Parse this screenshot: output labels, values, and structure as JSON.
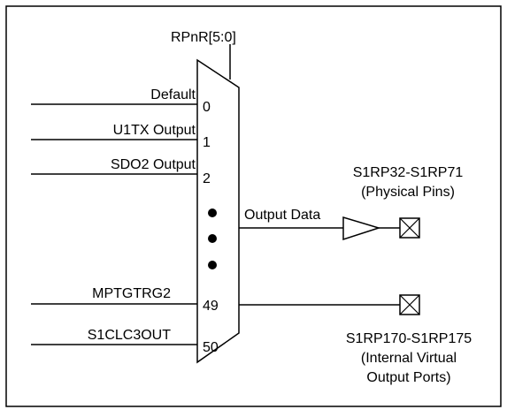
{
  "select_signal": "RPnR[5:0]",
  "inputs": [
    {
      "label": "Default",
      "index": "0"
    },
    {
      "label": "U1TX Output",
      "index": "1"
    },
    {
      "label": "SDO2 Output",
      "index": "2"
    },
    {
      "label": "MPTGTRG2",
      "index": "49"
    },
    {
      "label": "S1CLC3OUT",
      "index": "50"
    }
  ],
  "output_label": "Output Data",
  "physical_pins": {
    "line1": "S1RP32-S1RP71",
    "line2": "(Physical Pins)"
  },
  "virtual_ports": {
    "line1": "S1RP170-S1RP175",
    "line2": "(Internal Virtual",
    "line3": "Output Ports)"
  },
  "icons": [
    "buffer-triangle-icon",
    "pin-box-x-icon"
  ]
}
